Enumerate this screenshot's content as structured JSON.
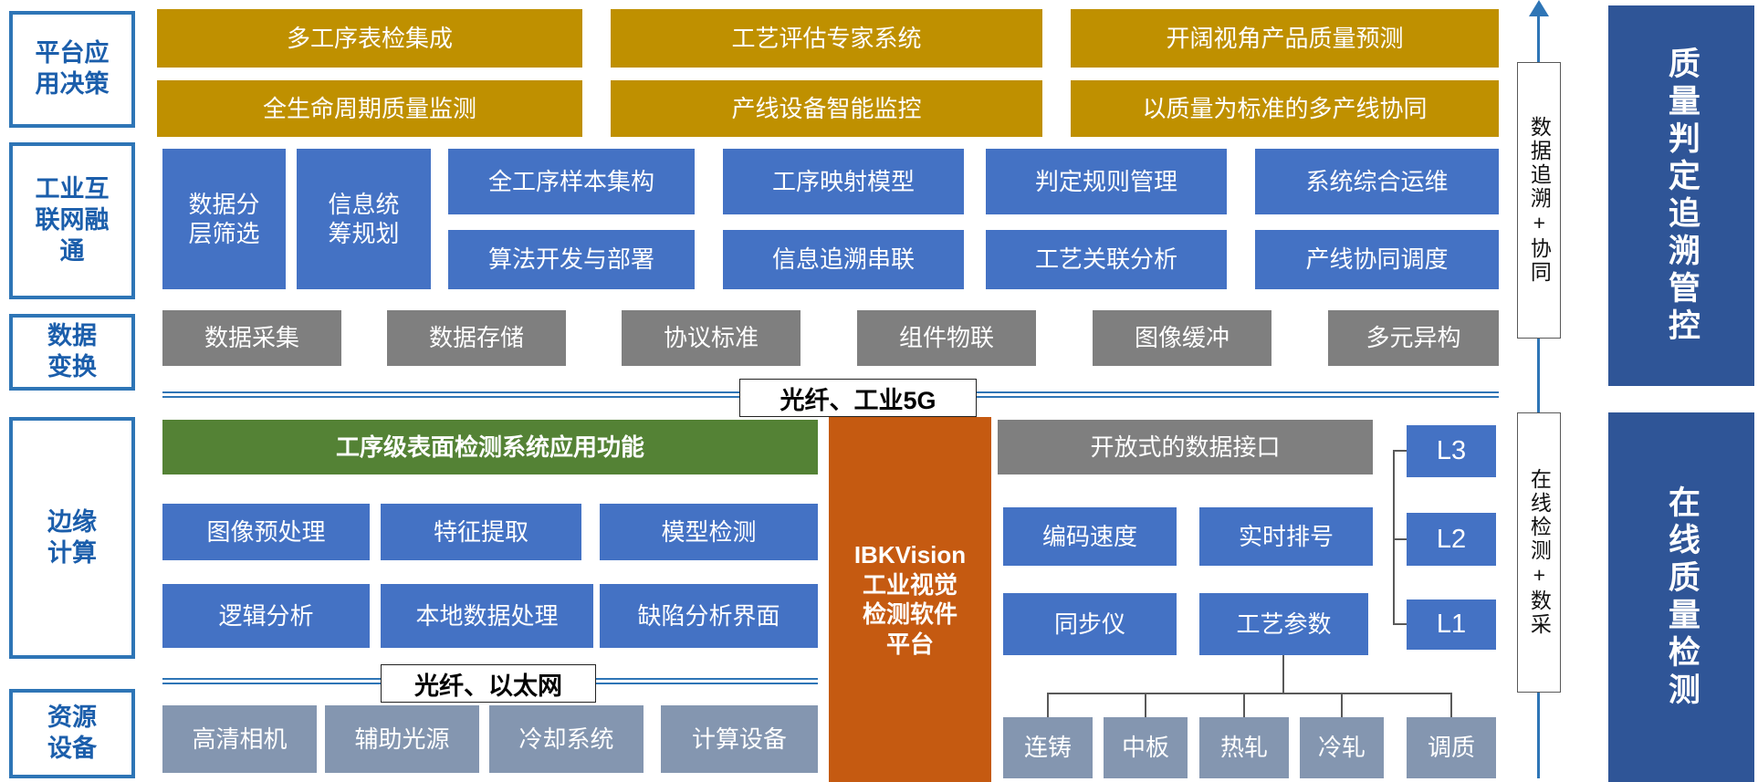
{
  "sidebar": {
    "items": [
      "平台应\n用决策",
      "工业互\n联网融\n通",
      "数据\n变换",
      "边缘\n计算",
      "资源\n设备"
    ]
  },
  "platform_layer": {
    "row1": [
      "多工序表检集成",
      "工艺评估专家系统",
      "开阔视角产品质量预测"
    ],
    "row2": [
      "全生命周期质量监测",
      "产线设备智能监控",
      "以质量为标准的多产线协同"
    ]
  },
  "iiot": {
    "tall1": "数据分\n层筛选",
    "tall2": "信息统\n筹规划",
    "row1": [
      "全工序样本集构",
      "工序映射模型",
      "判定规则管理",
      "系统综合运维"
    ],
    "row2": [
      "算法开发与部署",
      "信息追溯串联",
      "工艺关联分析",
      "产线协同调度"
    ]
  },
  "data_layer": {
    "items": [
      "数据采集",
      "数据存储",
      "协议标准",
      "组件物联",
      "图像缓冲",
      "多元异构"
    ]
  },
  "divider1": {
    "label": "光纤、工业5G"
  },
  "edge": {
    "app_header": "工序级表面检测系统应用功能",
    "row1": [
      "图像预处理",
      "特征提取",
      "模型检测"
    ],
    "row2": [
      "逻辑分析",
      "本地数据处理",
      "缺陷分析界面"
    ],
    "platform": "IBKVision\n工业视觉\n检测软件\n平台",
    "data_interface": "开放式的数据接口",
    "right_row1": [
      "编码速度",
      "实时排号"
    ],
    "right_row2": [
      "同步仪",
      "工艺参数"
    ],
    "levels": [
      "L3",
      "L2",
      "L1"
    ]
  },
  "divider2": {
    "label": "光纤、以太网"
  },
  "resources": {
    "devices": [
      "高清相机",
      "辅助光源",
      "冷却系统",
      "计算设备"
    ],
    "process_lines": [
      "连铸",
      "中板",
      "热轧",
      "冷轧",
      "调质"
    ]
  },
  "rail": {
    "track_top": "数据追溯+协同",
    "track_bottom": "在线检测+数采",
    "panel_top": "质量判定追溯管控",
    "panel_bottom": "在线质量检测"
  },
  "colors": {
    "gold": "#BF9000",
    "blue": "#4472C4",
    "gray": "#7F7F7F",
    "green": "#548235",
    "orange": "#C55A11",
    "slate": "#8496B0",
    "navy": "#2F5597",
    "line_blue": "#2E75B6",
    "sidebar_text": "#1B5EAB"
  }
}
